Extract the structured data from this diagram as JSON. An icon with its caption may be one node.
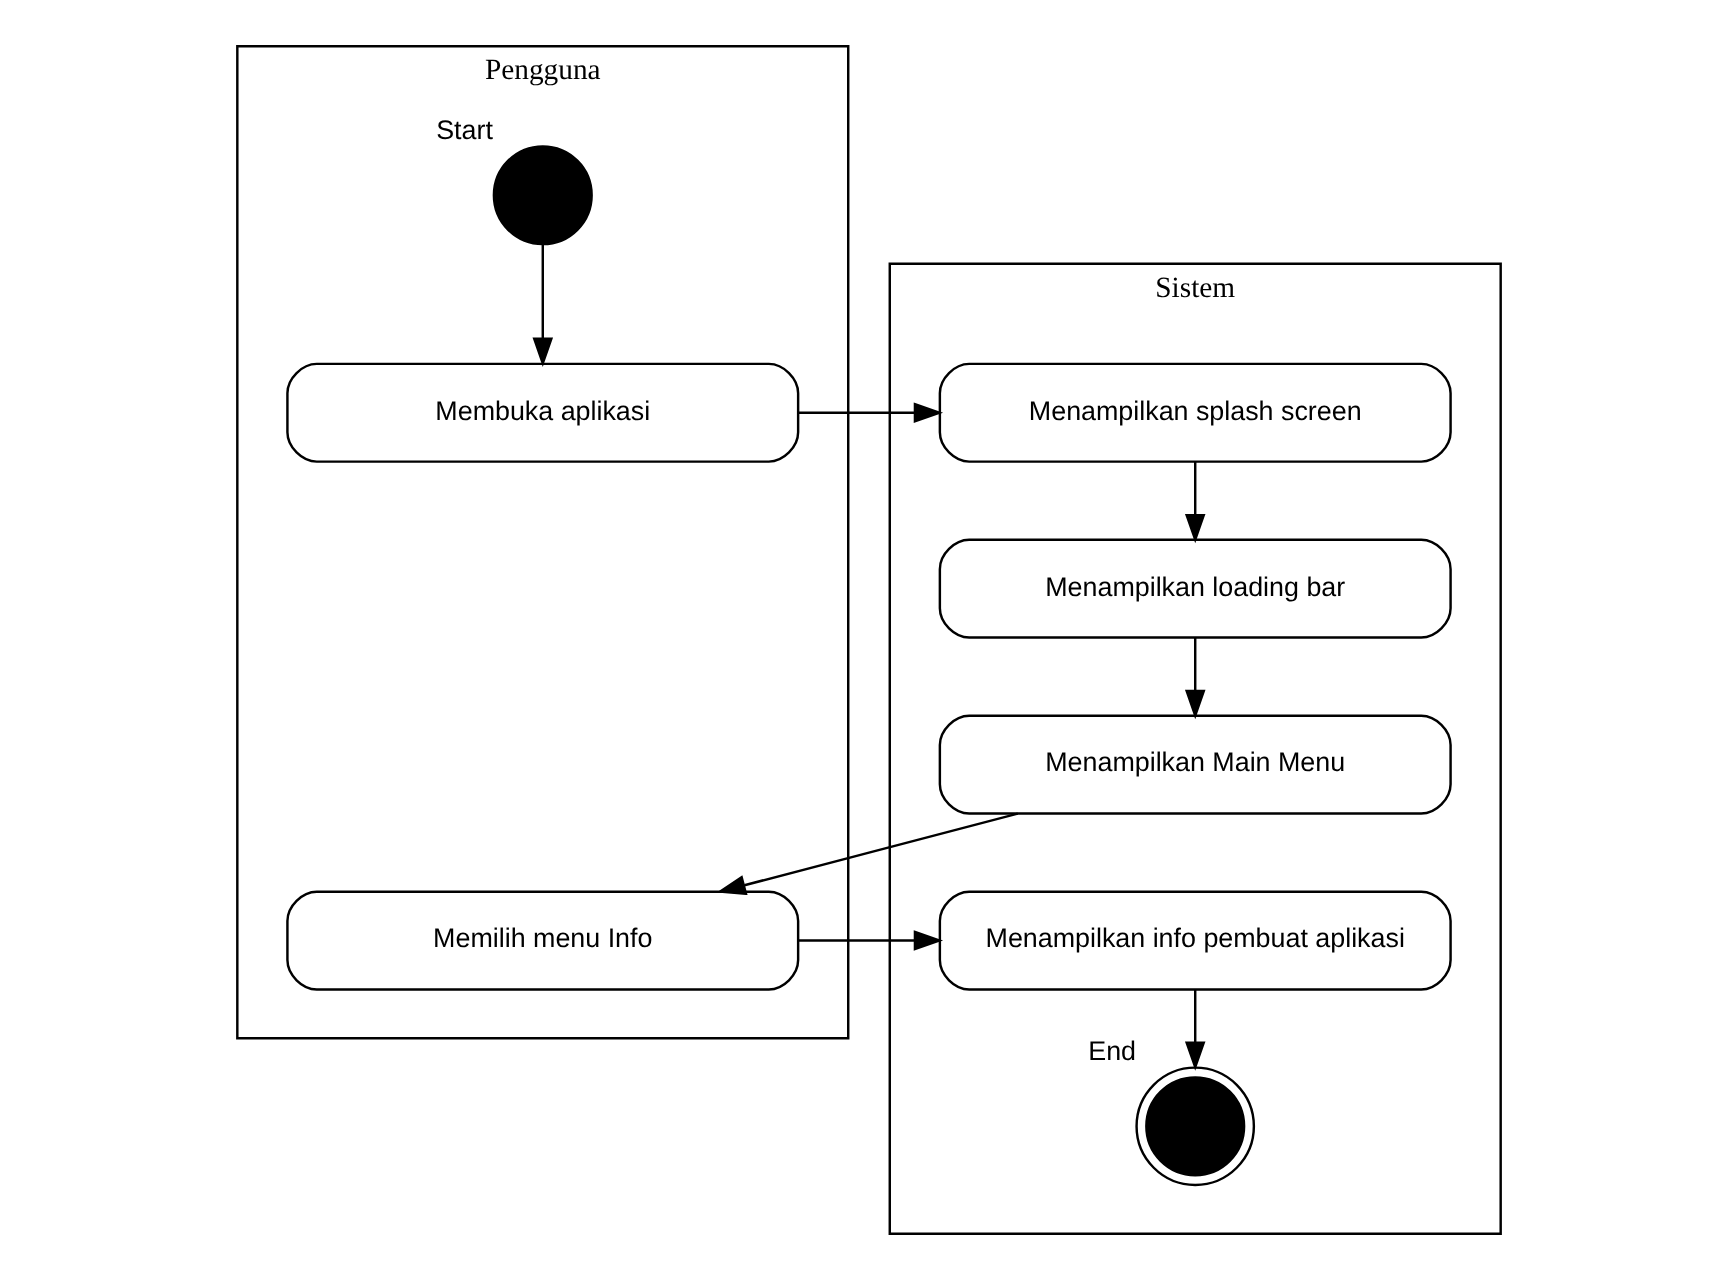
{
  "diagram": {
    "nodes": [
      {
        "text": [
          "Pengguna"
        ]
      },
      {
        "text": [
          "Sistem"
        ]
      },
      {
        "text": [],
        "shape": "circle",
        "beside": [
          "Start"
        ],
        "in": 0
      },
      {
        "text": [
          "Membuka aplikasi"
        ],
        "in": 0
      },
      {
        "text": [
          "Menampilkan splash screen"
        ],
        "in": 1
      },
      {
        "text": [
          "Menampilkan loading bar"
        ],
        "in": 1
      },
      {
        "text": [
          "Menampilkan Main Menu"
        ],
        "in": 1
      },
      {
        "text": [
          "Memilih menu Info"
        ],
        "in": 0
      },
      {
        "text": [
          "Menampilkan info pembuat aplikasi"
        ],
        "in": 1
      },
      {
        "text": [],
        "shape": "bullseye",
        "beside": [
          "End"
        ],
        "in": 1
      }
    ],
    "edges": [
      {
        "from": 2,
        "to": 3,
        "arrow": "to"
      },
      {
        "from": 3,
        "to": 4,
        "arrow": "to"
      },
      {
        "from": 4,
        "to": 5,
        "arrow": "to"
      },
      {
        "from": 5,
        "to": 6,
        "arrow": "to"
      },
      {
        "from": 6,
        "to": 7,
        "arrow": "to"
      },
      {
        "from": 7,
        "to": 8,
        "arrow": "to"
      },
      {
        "from": 8,
        "to": 9,
        "arrow": "to"
      }
    ]
  }
}
